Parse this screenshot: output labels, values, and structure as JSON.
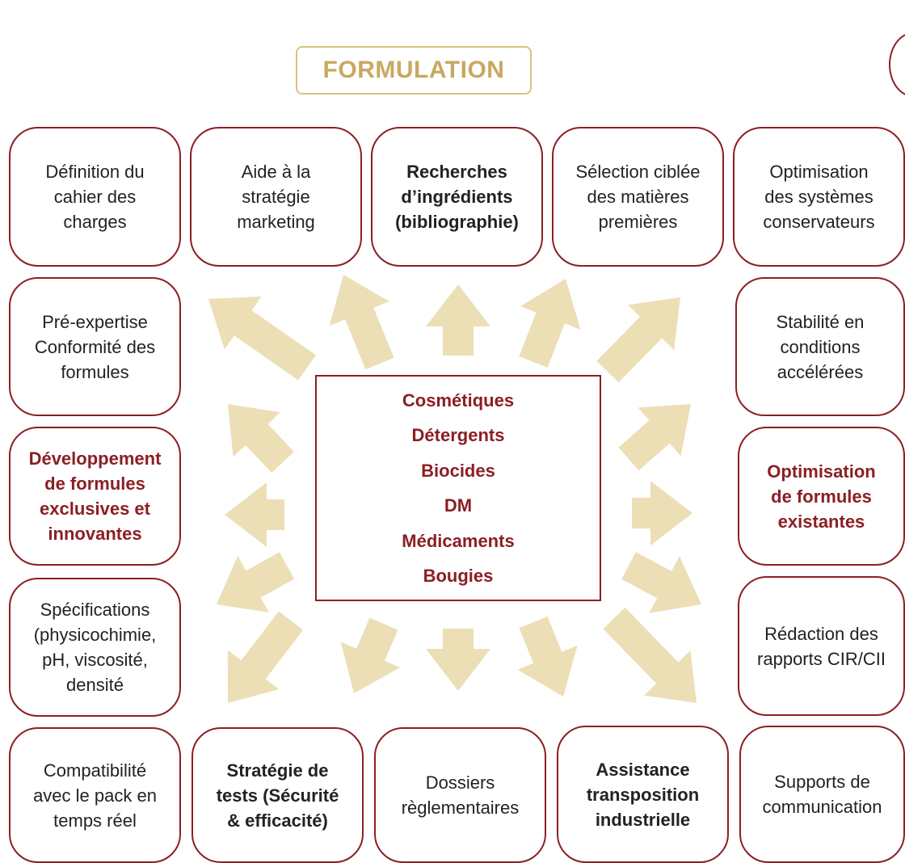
{
  "title": "FORMULATION",
  "center": {
    "items": [
      "Cosmétiques",
      "Détergents",
      "Biocides",
      "DM",
      "Médicaments",
      "Bougies"
    ]
  },
  "cards": [
    {
      "text": "Définition du\ncahier des\ncharges",
      "style": "normal"
    },
    {
      "text": "Aide à la\nstratégie\nmarketing",
      "style": "normal"
    },
    {
      "text": "Recherches\nd’ingrédients\n(bibliographie)",
      "style": "bold"
    },
    {
      "text": "Sélection ciblée\ndes matières\npremières",
      "style": "normal"
    },
    {
      "text": "Optimisation\ndes systèmes\nconservateurs",
      "style": "normal"
    },
    {
      "text": "Pré-expertise\nConformité des\nformules",
      "style": "normal"
    },
    {
      "text": "Stabilité en\nconditions\naccélérées",
      "style": "normal"
    },
    {
      "text": "Développement\nde formules\nexclusives et\ninnovantes",
      "style": "accent"
    },
    {
      "text": "Optimisation\nde formules\nexistantes",
      "style": "accent"
    },
    {
      "text": "Spécifications\n(physicochimie,\npH, viscosité,\ndensité",
      "style": "normal"
    },
    {
      "text": "Rédaction des\nrapports CIR/CII",
      "style": "normal"
    },
    {
      "text": "Compatibilité\navec le pack en\ntemps réel",
      "style": "normal"
    },
    {
      "text": "Stratégie de\ntests (Sécurité\n& efficacité)",
      "style": "bold"
    },
    {
      "text": "Dossiers\nrèglementaires",
      "style": "normal"
    },
    {
      "text": "Assistance\ntransposition\nindustrielle",
      "style": "bold"
    },
    {
      "text": "Supports de\ncommunication",
      "style": "normal"
    }
  ],
  "colors": {
    "border": "#8b1f24",
    "accent_text": "#8b1f24",
    "title_text": "#c9a860",
    "title_border": "#d9c27e",
    "arrow": "#ecdfb6"
  }
}
